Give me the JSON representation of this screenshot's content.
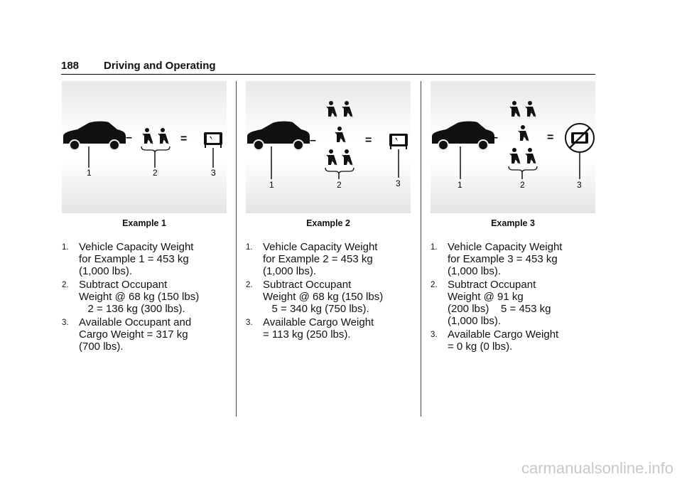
{
  "header": {
    "page_number": "188",
    "section_title": "Driving and Operating"
  },
  "examples": [
    {
      "caption": "Example 1",
      "callouts": [
        "1",
        "2",
        "3"
      ],
      "operators": [
        "–",
        "="
      ],
      "items": [
        {
          "num": "1.",
          "lines": [
            "Vehicle Capacity Weight",
            "for Example 1 = 453 kg",
            "(1,000 lbs)."
          ]
        },
        {
          "num": "2.",
          "lines": [
            "Subtract Occupant",
            "Weight @ 68 kg (150 lbs)",
            "   2 = 136 kg (300 lbs)."
          ]
        },
        {
          "num": "3.",
          "lines": [
            "Available Occupant and",
            "Cargo Weight = 317 kg",
            "(700 lbs)."
          ]
        }
      ]
    },
    {
      "caption": "Example 2",
      "callouts": [
        "1",
        "2",
        "3"
      ],
      "operators": [
        "–",
        "="
      ],
      "items": [
        {
          "num": "1.",
          "lines": [
            "Vehicle Capacity Weight",
            "for Example 2 = 453 kg",
            "(1,000 lbs)."
          ]
        },
        {
          "num": "2.",
          "lines": [
            "Subtract Occupant",
            "Weight @ 68 kg (150 lbs)",
            "   5 = 340 kg (750 lbs)."
          ]
        },
        {
          "num": "3.",
          "lines": [
            "Available Cargo Weight",
            "= 113 kg (250 lbs)."
          ]
        }
      ]
    },
    {
      "caption": "Example 3",
      "callouts": [
        "1",
        "2",
        "3"
      ],
      "operators": [
        "–",
        "="
      ],
      "items": [
        {
          "num": "1.",
          "lines": [
            "Vehicle Capacity Weight",
            "for Example 3 = 453 kg",
            "(1,000 lbs)."
          ]
        },
        {
          "num": "2.",
          "lines": [
            "Subtract Occupant",
            "Weight @ 91 kg",
            "(200 lbs)    5 = 453 kg",
            "(1,000 lbs)."
          ]
        },
        {
          "num": "3.",
          "lines": [
            "Available Cargo Weight",
            "= 0 kg (0 lbs)."
          ]
        }
      ]
    }
  ],
  "footer": {
    "watermark": "carmanualsonline.info"
  }
}
